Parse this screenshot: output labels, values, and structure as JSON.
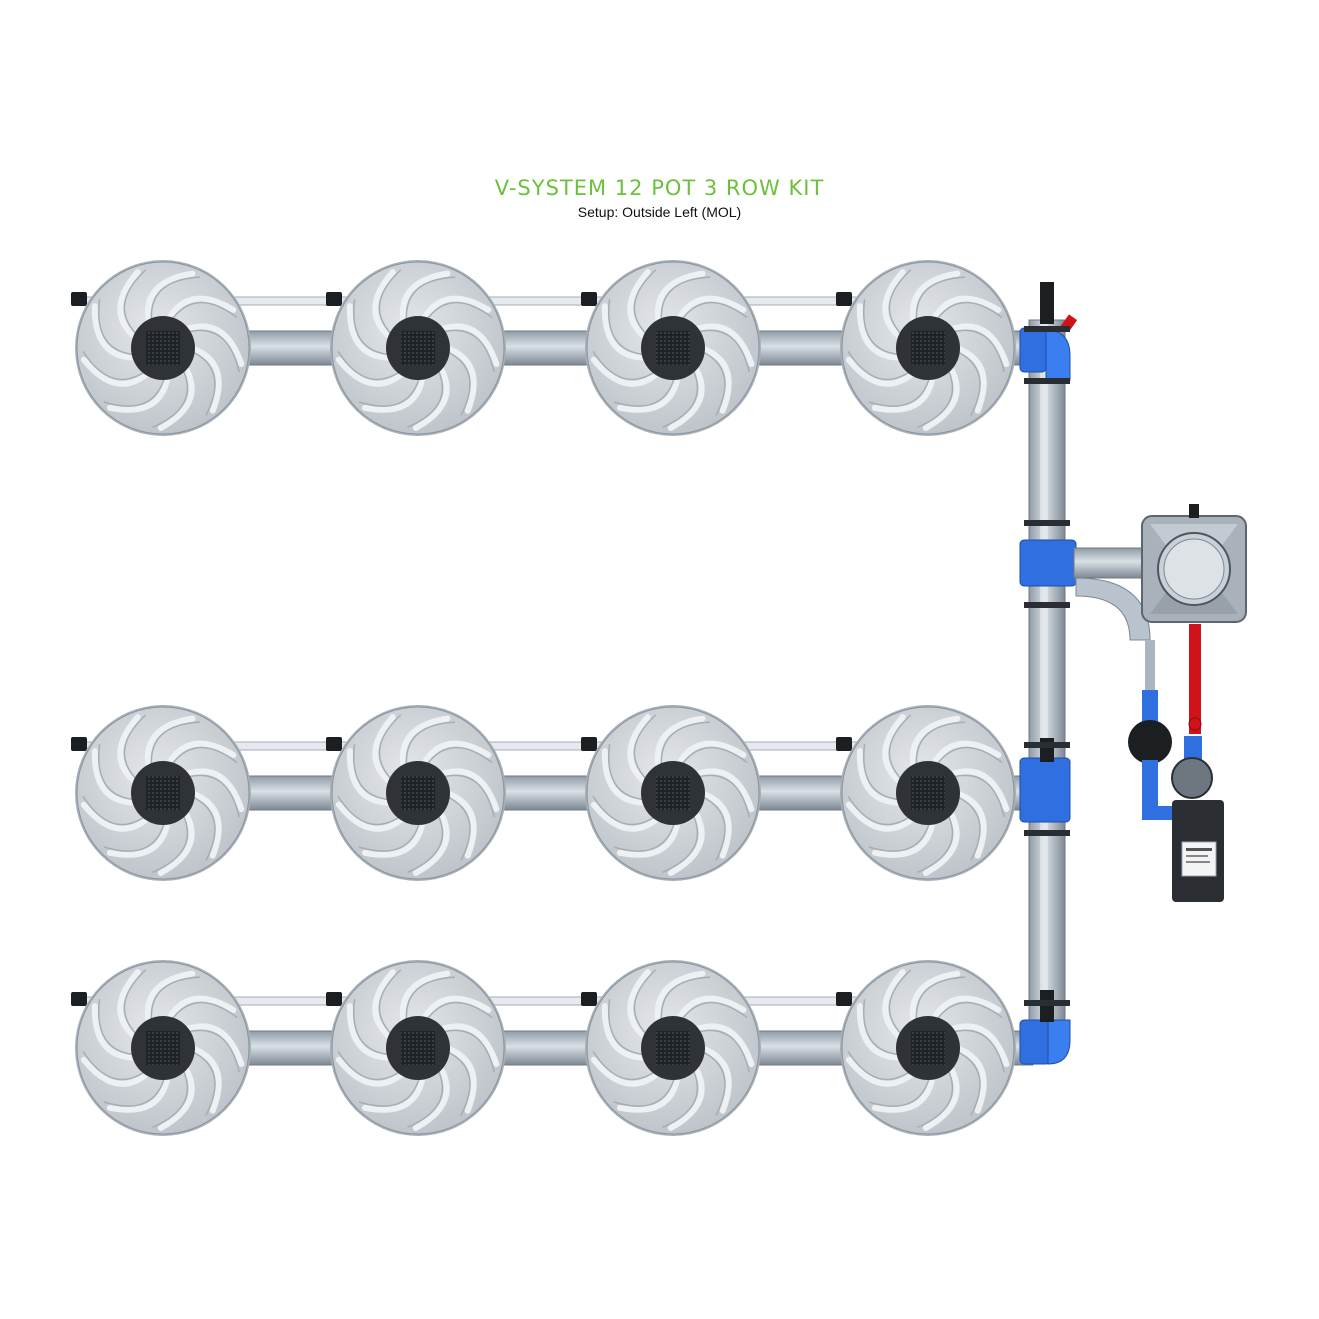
{
  "header": {
    "title": "V-SYSTEM 12 POT 3 ROW KIT",
    "subtitle": "Setup: Outside Left (MOL)"
  },
  "colors": {
    "title": "#6cc13a",
    "pot_body": "#c9ced4",
    "pot_center": "#2f3338",
    "pipe_blue": "#2f6fe0",
    "feed_red": "#d0121a",
    "tube": "#a9b6c2"
  },
  "layout": {
    "rows": 3,
    "pots_per_row": 4,
    "pot_count": 12
  },
  "components": {
    "pot": "pot-icon",
    "reservoir": "reservoir-icon",
    "pump": "pump-icon",
    "filter": "filter-icon",
    "valve": "valve-icon"
  }
}
